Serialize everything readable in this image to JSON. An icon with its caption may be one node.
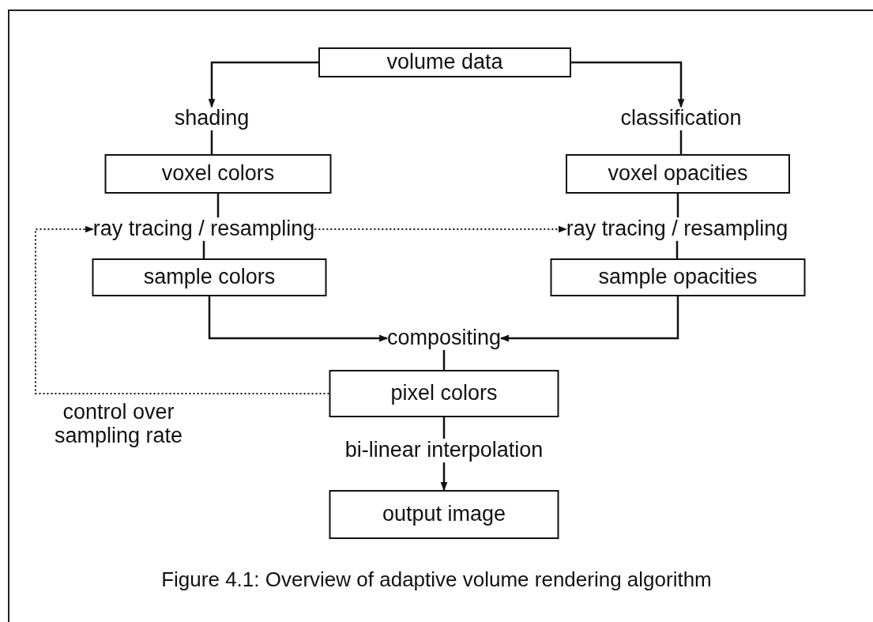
{
  "diagram": {
    "caption": "Figure 4.1:  Overview of adaptive volume rendering algorithm",
    "nodes": [
      {
        "text": [
          "volume data"
        ]
      },
      {
        "text": [
          "shading"
        ]
      },
      {
        "text": [
          "classification"
        ]
      },
      {
        "text": [
          "voxel colors"
        ]
      },
      {
        "text": [
          "voxel opacities"
        ]
      },
      {
        "text": [
          "ray tracing / resampling"
        ]
      },
      {
        "text": [
          "ray tracing / resampling"
        ]
      },
      {
        "text": [
          "sample colors"
        ]
      },
      {
        "text": [
          "sample opacities"
        ]
      },
      {
        "text": [
          "compositing"
        ]
      },
      {
        "text": [
          "pixel colors"
        ]
      },
      {
        "text": [
          "output image"
        ]
      }
    ],
    "edges": [
      {
        "from": 0,
        "to": 1,
        "arrow": "to"
      },
      {
        "from": 0,
        "to": 2,
        "arrow": "to"
      },
      {
        "from": 1,
        "to": 3,
        "arrow": "none"
      },
      {
        "from": 2,
        "to": 4,
        "arrow": "none"
      },
      {
        "from": 3,
        "to": 5,
        "arrow": "none"
      },
      {
        "from": 4,
        "to": 6,
        "arrow": "none"
      },
      {
        "from": 5,
        "to": 7,
        "arrow": "none"
      },
      {
        "from": 6,
        "to": 8,
        "arrow": "none"
      },
      {
        "from": 5,
        "to": 6,
        "arrow": "to",
        "style": "dashed"
      },
      {
        "from": 7,
        "to": 9,
        "arrow": "to"
      },
      {
        "from": 8,
        "to": 9,
        "arrow": "to"
      },
      {
        "from": 9,
        "to": 10,
        "arrow": "none"
      },
      {
        "from": 10,
        "to": 5,
        "arrow": "to",
        "style": "dashed",
        "label": "control over sampling rate"
      },
      {
        "from": 10,
        "to": 11,
        "arrow": "to",
        "label": "bi-linear interpolation"
      }
    ]
  }
}
